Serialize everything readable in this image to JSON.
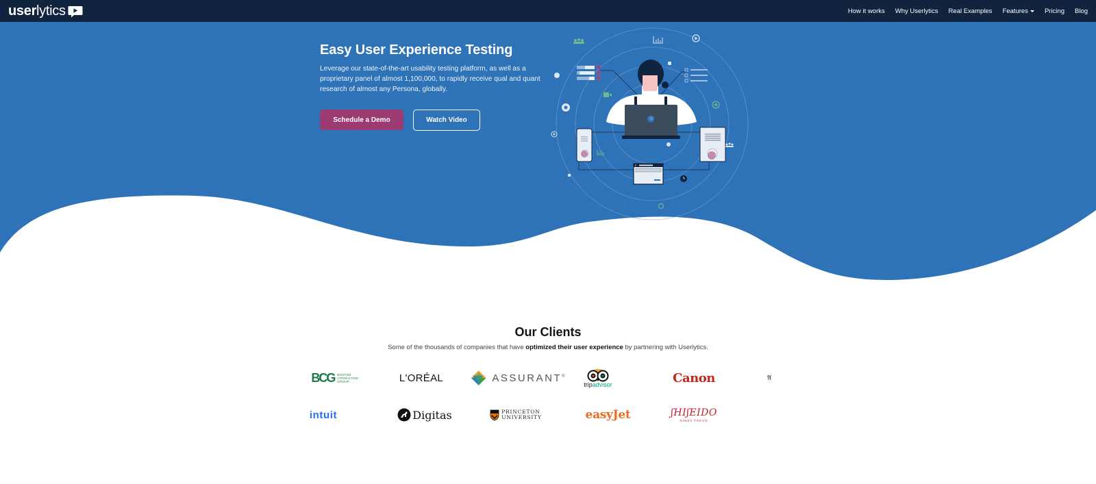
{
  "navbar": {
    "brand_bold": "user",
    "brand_light": "lytics",
    "brand_icon": "play-chat-bubble-icon",
    "links": [
      {
        "label": "How it works"
      },
      {
        "label": "Why Userlytics"
      },
      {
        "label": "Real Examples"
      },
      {
        "label": "Features",
        "has_dropdown": true
      },
      {
        "label": "Pricing"
      },
      {
        "label": "Blog"
      }
    ]
  },
  "hero": {
    "title": "Easy User Experience Testing",
    "subtitle": "Leverage our state-of-the-art usability testing platform, as well as a proprietary panel of almost 1,100,000, to rapidly receive qual and quant research of almost any Persona, globally.",
    "primary_button": "Schedule a Demo",
    "secondary_button": "Watch Video",
    "background_color": "#2e72b8",
    "primary_button_color": "#9b3b72",
    "illustration": "person-at-laptop-with-devices-illustration"
  },
  "clients": {
    "title_light": "Our ",
    "title_bold": "Clients",
    "subtitle_pre": "Some of the thousands of companies that have ",
    "subtitle_bold": "optimized their user experience",
    "subtitle_post": " by partnering with Userlytics.",
    "logos_row1": [
      {
        "name": "BCG",
        "sub": [
          "BOSTON",
          "CONSULTING",
          "GROUP"
        ]
      },
      {
        "name": "L'ORÉAL"
      },
      {
        "name": "ASSURANT",
        "mark": "®"
      },
      {
        "name": "tripadvisor",
        "name_pre": "trip",
        "name_post": "advisor"
      },
      {
        "name": "Canon"
      },
      {
        "name": "𝔄"
      }
    ],
    "logos_row2": [
      {
        "name": "intuit"
      },
      {
        "name": "Digitas"
      },
      {
        "name": "PRINCETON",
        "sub": "UNIVERSITY"
      },
      {
        "name": "easyJet"
      },
      {
        "name": "SHISEIDO",
        "display": "ʃHIʃEIDO",
        "sub": "GINZA TOKYO"
      }
    ]
  }
}
